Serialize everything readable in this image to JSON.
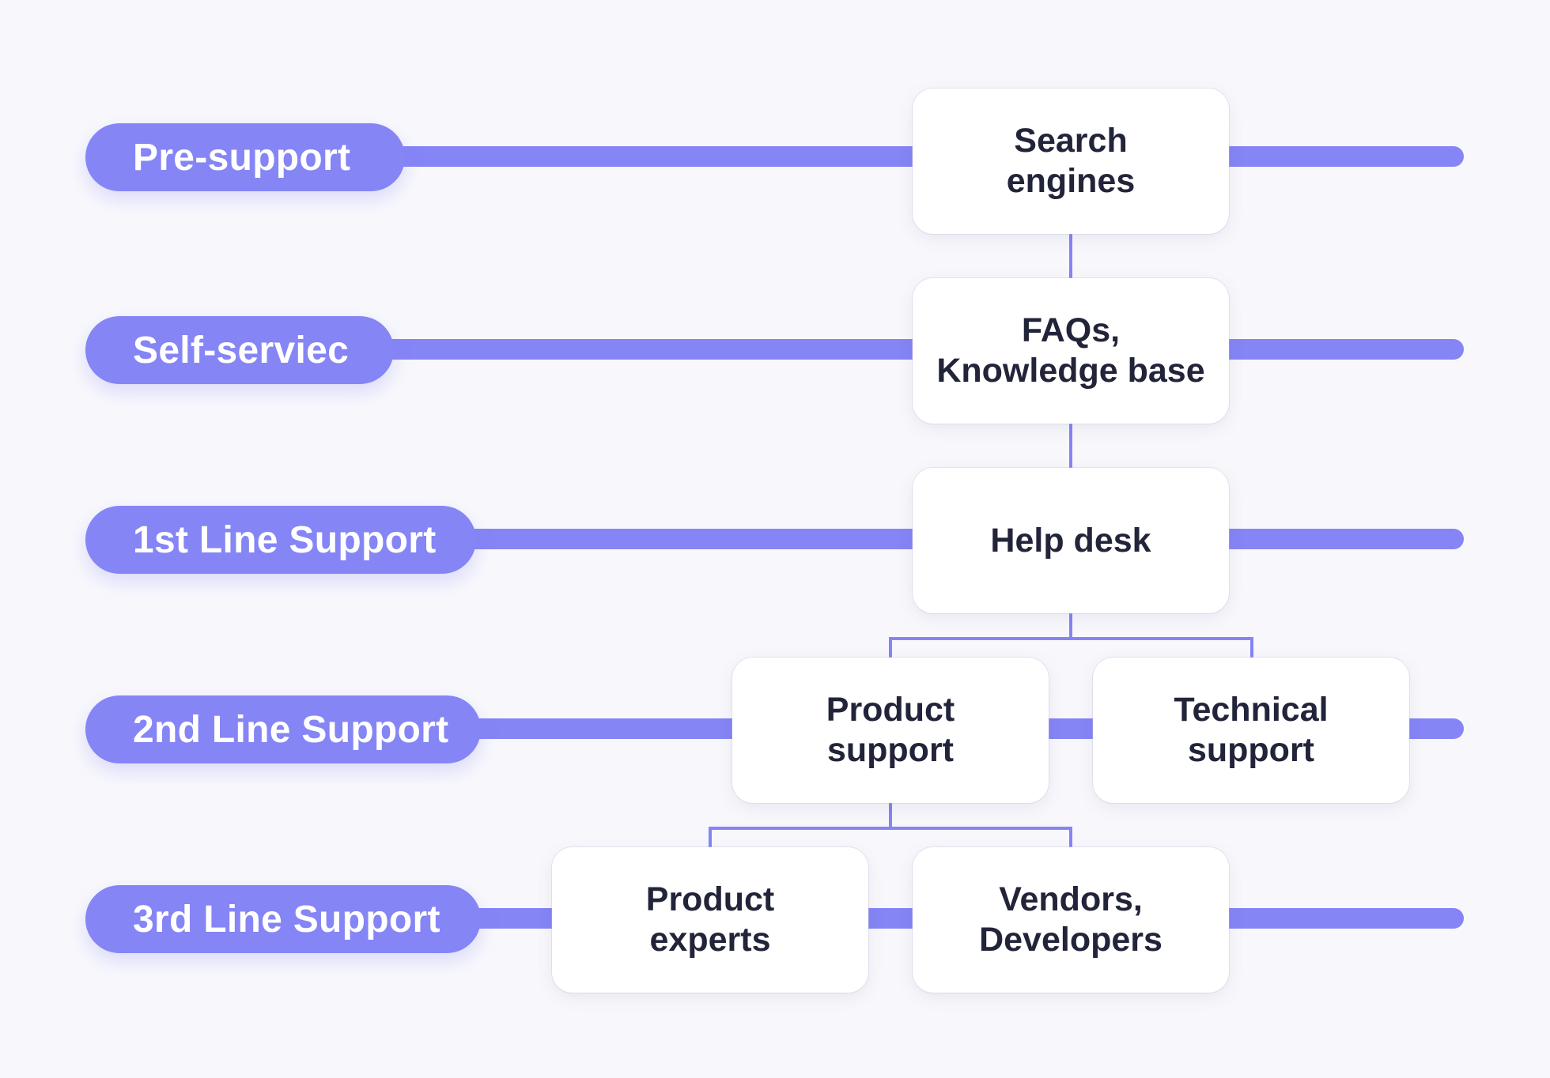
{
  "levels": [
    {
      "label": "Pre-support"
    },
    {
      "label": "Self-serviec"
    },
    {
      "label": "1st Line Support"
    },
    {
      "label": "2nd Line Support"
    },
    {
      "label": "3rd Line Support"
    }
  ],
  "nodes": {
    "search": {
      "label": "Search\nengines"
    },
    "faq": {
      "label": "FAQs,\nKnowledge base"
    },
    "helpdesk": {
      "label": "Help desk"
    },
    "product_support": {
      "label": "Product\nsupport"
    },
    "technical_support": {
      "label": "Technical\nsupport"
    },
    "product_experts": {
      "label": "Product\nexperts"
    },
    "vendors": {
      "label": "Vendors,\nDevelopers"
    }
  },
  "colors": {
    "accent": "#8585f6",
    "background": "#f8f8fc",
    "node_background": "#ffffff",
    "node_text": "#22243a",
    "pill_text": "#ffffff"
  }
}
